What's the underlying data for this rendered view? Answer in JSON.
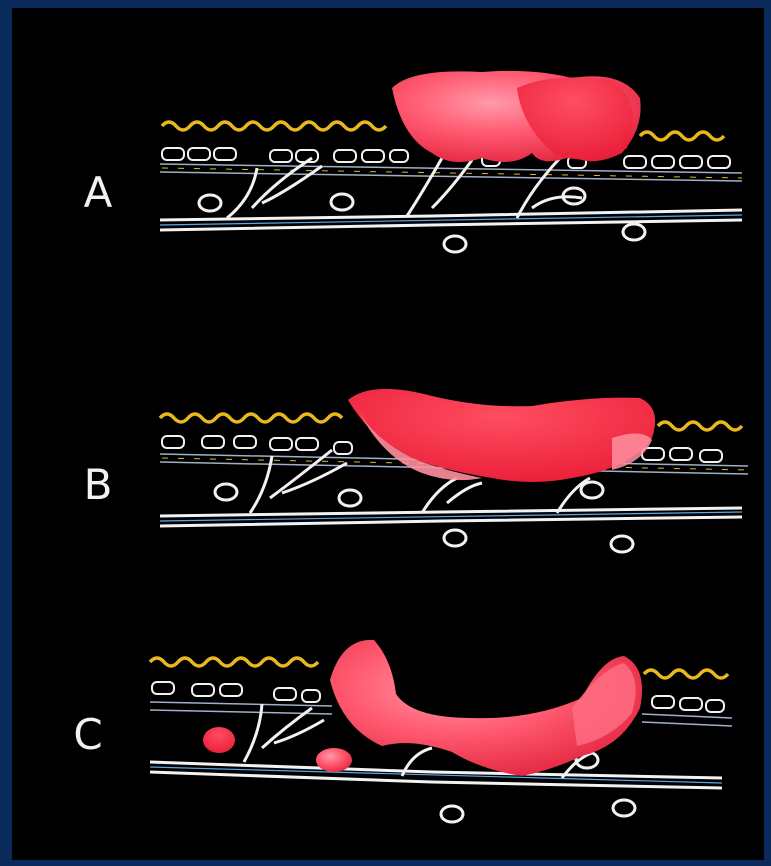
{
  "panels": [
    {
      "label": "A"
    },
    {
      "label": "B"
    },
    {
      "label": "C"
    }
  ],
  "colors": {
    "background": "#000000",
    "border": "#0a2a5c",
    "epidermis": "#e8b820",
    "lesion": "#ff3b55",
    "lesion_highlight": "#ff8fa0",
    "structure": "#f2f2f2"
  }
}
